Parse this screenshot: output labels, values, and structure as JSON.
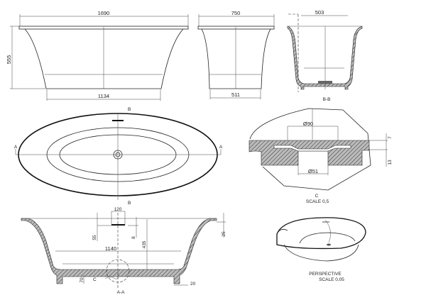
{
  "front_view": {
    "width_dim": "1690",
    "height_dim": "555",
    "base_dim": "1134"
  },
  "side_view": {
    "width_dim": "750",
    "base_dim": "511"
  },
  "section_bb": {
    "width_dim": "503",
    "label": "B-B"
  },
  "plan_view": {
    "section_a_left": "A",
    "section_a_right": "A",
    "section_b_top": "B",
    "section_b_bottom": "B"
  },
  "detail_c": {
    "outer_dia": "Ø90",
    "inner_dia": "Ø51",
    "dim_top": "7",
    "dim_side": "13",
    "label": "C",
    "scale": "SCALE 0,5"
  },
  "section_aa": {
    "dim_120": "120",
    "dim_55": "55",
    "dim_8": "8",
    "dim_435": "435",
    "dim_25": "25",
    "dim_1140": "1140",
    "dim_70": "70",
    "detail_ref": "C",
    "dim_20": "20",
    "label": "A-A"
  },
  "perspective": {
    "label": "PERSPECTIVE",
    "scale": "SCALE 0,05"
  }
}
